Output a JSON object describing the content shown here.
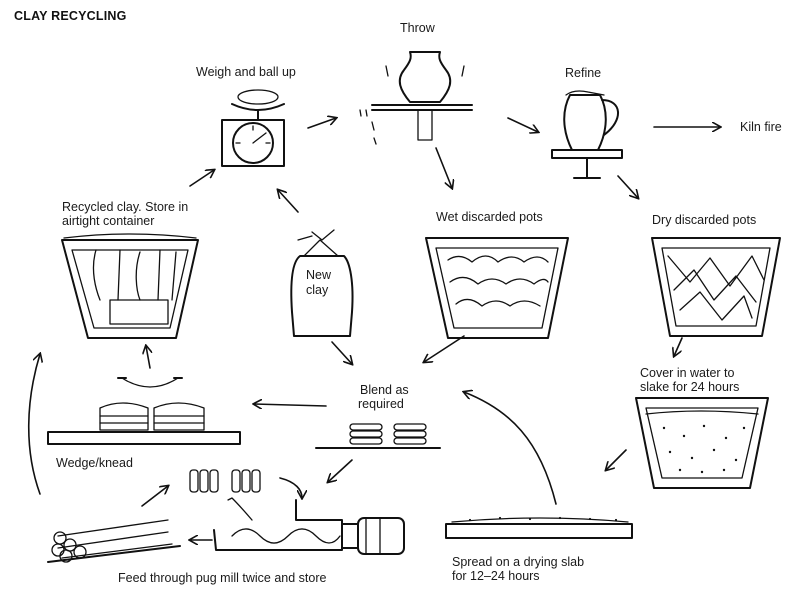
{
  "title": "CLAY RECYCLING",
  "labels": {
    "throw": "Throw",
    "weigh": "Weigh and ball up",
    "refine": "Refine",
    "kiln": "Kiln fire",
    "recycled_1": "Recycled clay. Store in",
    "recycled_2": "airtight container",
    "new_clay_1": "New",
    "new_clay_2": "clay",
    "wet": "Wet discarded pots",
    "dry": "Dry discarded pots",
    "blend_1": "Blend as",
    "blend_2": "required",
    "cover_1": "Cover in water to",
    "cover_2": "slake for 24 hours",
    "wedge": "Wedge/knead",
    "pug": "Feed through pug mill twice and store",
    "spread_1": "Spread on a drying slab",
    "spread_2": "for 12–24 hours"
  }
}
